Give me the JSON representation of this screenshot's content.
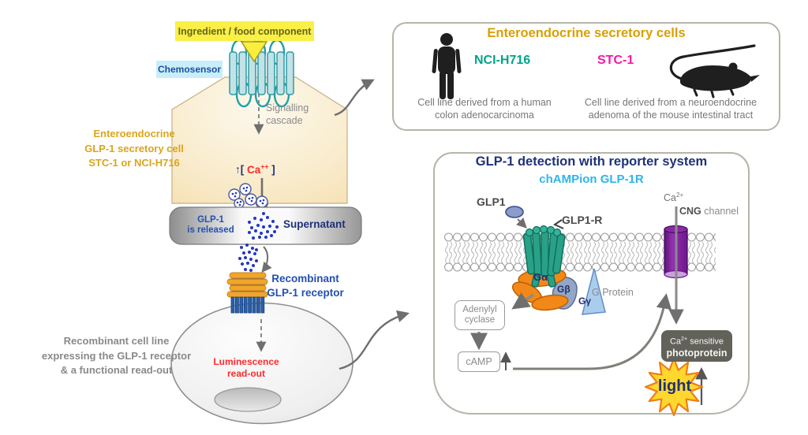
{
  "palette": {
    "gold": "#D9A51B",
    "teal": "#00A389",
    "magenta": "#F517A9",
    "navy": "#1F3178",
    "cyan": "#2EB5E8",
    "royal_blue": "#2350B0",
    "red": "#FF2A2A",
    "gray": "#8A8A8A",
    "yellow": "#FAF046",
    "pale_cyan": "#C7EEF9",
    "orange": "#F28818",
    "purple": "#7A1E96",
    "teal_receptor": "#29A188",
    "dark_box": "#62625A",
    "star_yellow": "#FFD72E"
  },
  "left_flow": {
    "ingredient_box": "Ingredient / food component",
    "chemosensor_label": "Chemosensor",
    "signalling": {
      "line1": "Signalling",
      "line2": "cascade"
    },
    "calcium": {
      "prefix": "↑[ ",
      "symbol": "Ca",
      "charge": "++",
      "close": " ]"
    },
    "secretory_cell_caption": {
      "line1": "Enteroendocrine",
      "line2": "GLP-1 secretory cell",
      "line3": "STC-1 or NCI-H716"
    },
    "supernatant_bar": {
      "released_line1": "GLP-1",
      "released_line2": "is released",
      "supernatant": "Supernatant"
    },
    "recombinant_receptor": {
      "line1": "Recombinant",
      "line2": "GLP-1 receptor"
    },
    "luminescence": {
      "line1": "Luminescence",
      "line2": "read-out"
    },
    "recombinant_cell_caption": {
      "line1": "Recombinant cell line",
      "line2": "expressing the GLP-1 receptor",
      "line3": "& a functional read-out"
    }
  },
  "secretory_cells_panel": {
    "title": "Enteroendocrine secretory cells",
    "human": {
      "name": "NCI-H716",
      "desc_line1": "Cell line derived from a human",
      "desc_line2": "colon adenocarcinoma"
    },
    "mouse": {
      "name": "STC-1",
      "desc_line1": "Cell line derived from a neuroendocrine",
      "desc_line2": "adenoma of the mouse intestinal tract"
    }
  },
  "reporter_panel": {
    "title": "GLP-1 detection with reporter system",
    "subtitle": "chAMPion GLP-1R",
    "glp1": "GLP1",
    "glp1r": "GLP1-R",
    "calcium": {
      "symbol": "Ca",
      "charge": "2+"
    },
    "cng": {
      "bold": "CNG",
      "rest": " channel"
    },
    "g_alpha": "Gα",
    "g_beta": "Gβ",
    "g_gamma": "Gγ",
    "g_protein": "G Protein",
    "adenylyl": {
      "line1": "Adenylyl",
      "line2": "cyclase"
    },
    "camp": "cAMP",
    "photoprotein": {
      "ca": "Ca",
      "charge": "2+",
      "rest": " sensitive",
      "line2": "photoprotein"
    },
    "light": "light"
  }
}
